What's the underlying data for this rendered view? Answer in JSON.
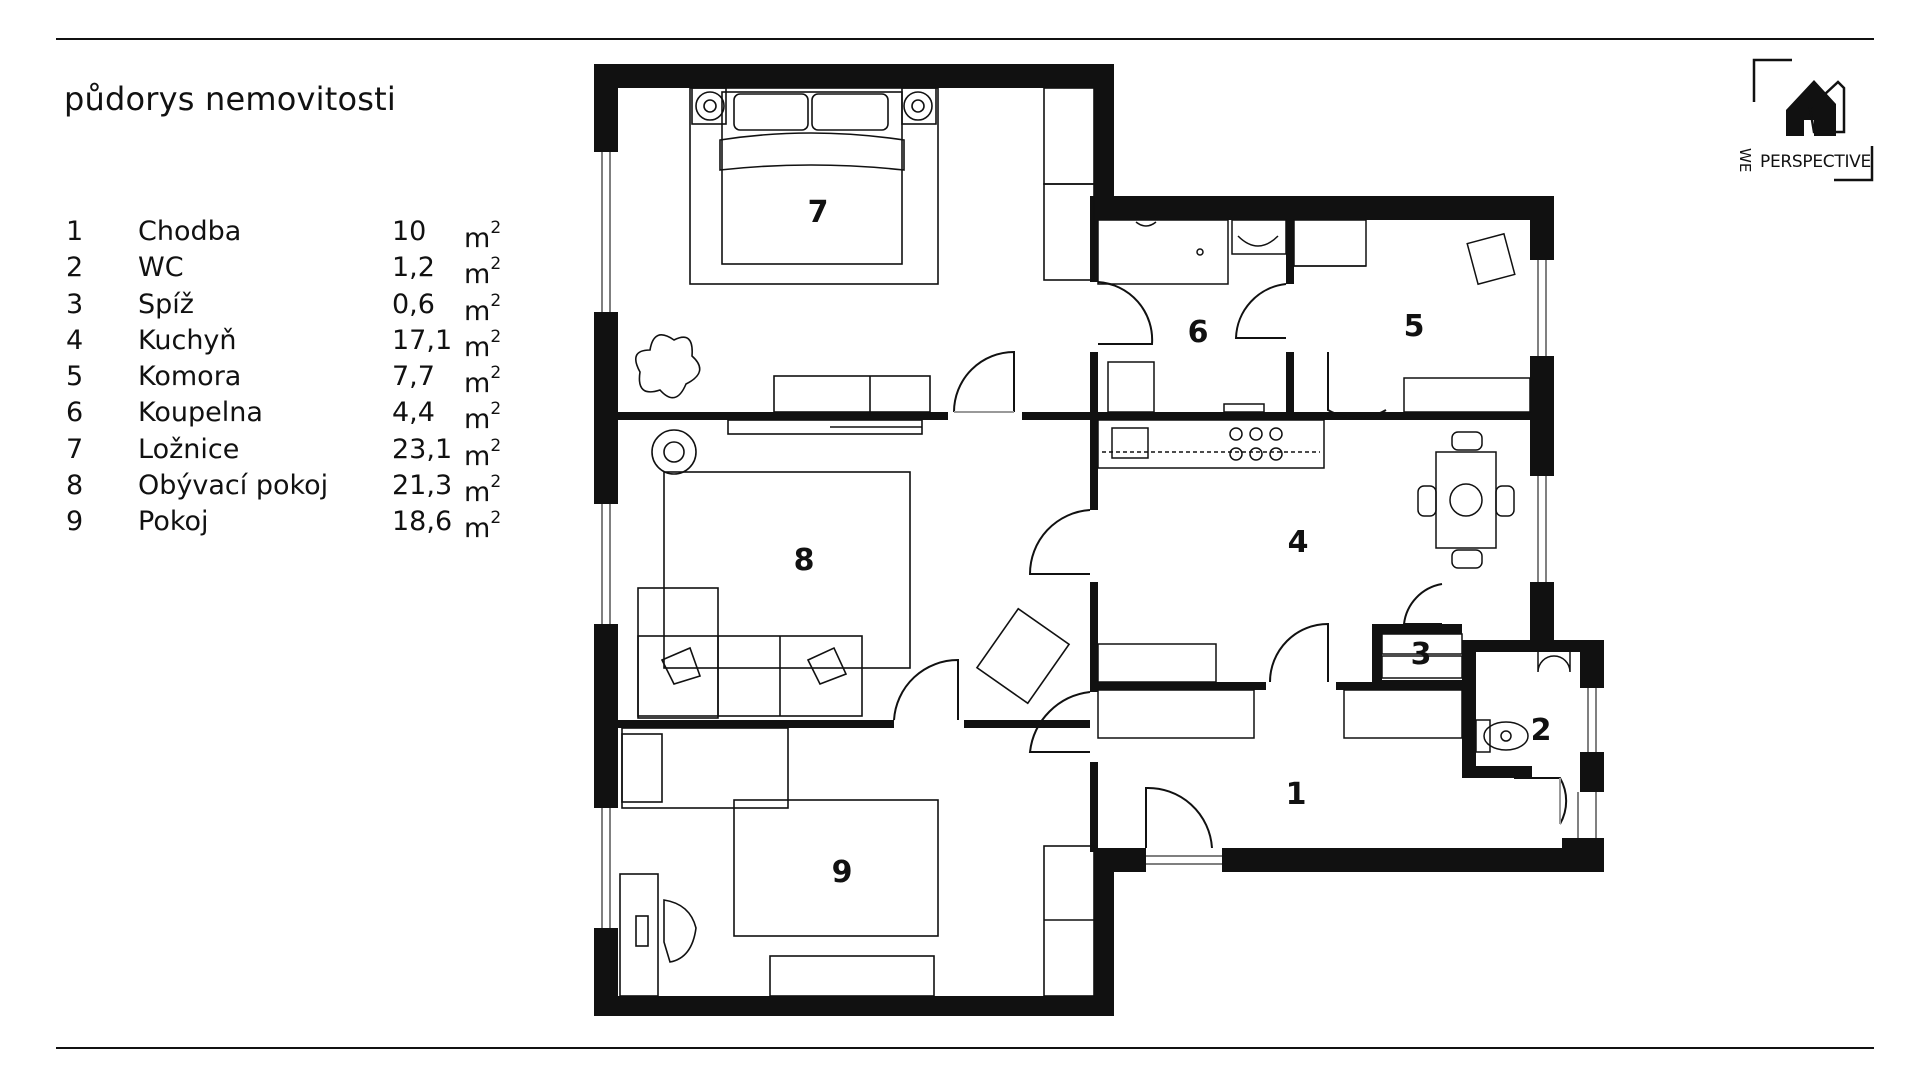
{
  "page": {
    "title": "půdorys nemovitosti"
  },
  "logo": {
    "line1": "WE",
    "line2": "PERSPECTIVE"
  },
  "legend": [
    {
      "num": "1",
      "name": "Chodba",
      "area": "10",
      "unit": "m",
      "exp": "2"
    },
    {
      "num": "2",
      "name": "WC",
      "area": "1,2",
      "unit": "m",
      "exp": "2"
    },
    {
      "num": "3",
      "name": "Spíž",
      "area": "0,6",
      "unit": "m",
      "exp": "2"
    },
    {
      "num": "4",
      "name": "Kuchyň",
      "area": "17,1",
      "unit": "m",
      "exp": "2"
    },
    {
      "num": "5",
      "name": "Komora",
      "area": "7,7",
      "unit": "m",
      "exp": "2"
    },
    {
      "num": "6",
      "name": "Koupelna",
      "area": "4,4",
      "unit": "m",
      "exp": "2"
    },
    {
      "num": "7",
      "name": "Ložnice",
      "area": "23,1",
      "unit": "m",
      "exp": "2"
    },
    {
      "num": "8",
      "name": "Obývací pokoj",
      "area": "21,3",
      "unit": "m",
      "exp": "2"
    },
    {
      "num": "9",
      "name": "Pokoj",
      "area": "18,6",
      "unit": "m",
      "exp": "2"
    }
  ],
  "plan": {
    "room_labels": [
      "1",
      "2",
      "3",
      "4",
      "5",
      "6",
      "7",
      "8",
      "9"
    ]
  }
}
